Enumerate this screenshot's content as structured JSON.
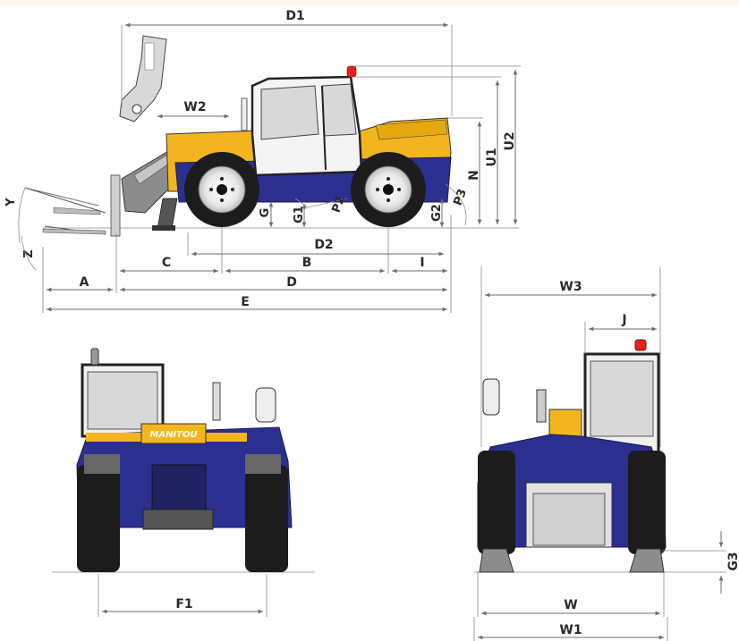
{
  "colors": {
    "body_yellow": "#f2b51d",
    "body_blue": "#2b2f8f",
    "tire": "#1c1c1c",
    "cab_glass": "#d8d8d8",
    "beacon": "#e52420",
    "dimension_line": "#6e6e6e"
  },
  "brand": "MANITOU",
  "side_view": {
    "labels": {
      "d1": "D1",
      "w2": "W2",
      "u1": "U1",
      "u2": "U2",
      "n": "N",
      "y": "Y",
      "z": "Z",
      "g": "G",
      "g1": "G1",
      "p2": "P2",
      "g2": "G2",
      "p3": "P3",
      "d2": "D2",
      "a": "A",
      "c": "C",
      "b": "B",
      "i": "I",
      "d": "D",
      "e": "E"
    }
  },
  "front_view": {
    "labels": {
      "f1": "F1"
    }
  },
  "rear_view": {
    "labels": {
      "w3": "W3",
      "j": "J",
      "g3": "G3",
      "w": "W",
      "w1": "W1"
    }
  }
}
